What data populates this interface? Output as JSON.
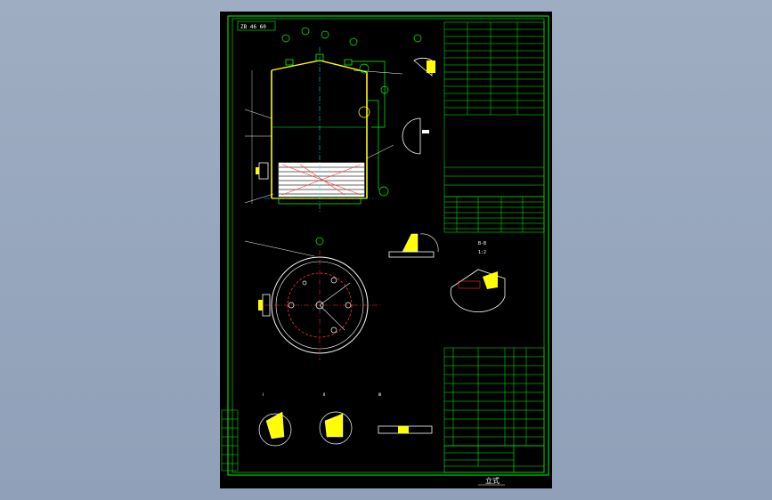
{
  "drawing": {
    "title_stamp": "立式",
    "top_left_label": "ZB 46 60",
    "view_label_a": "Ⅰ",
    "view_label_b": "Ⅱ",
    "view_label_c": "Ⅲ",
    "sub_view_b": "B-B",
    "sub_view_scale": "1:2",
    "colors": {
      "background": "#000000",
      "frame": "#00ff00",
      "shell": "#ffff00",
      "centerline": "#00ffff",
      "detail": "#ff3030",
      "annotation": "#ffffff"
    }
  }
}
